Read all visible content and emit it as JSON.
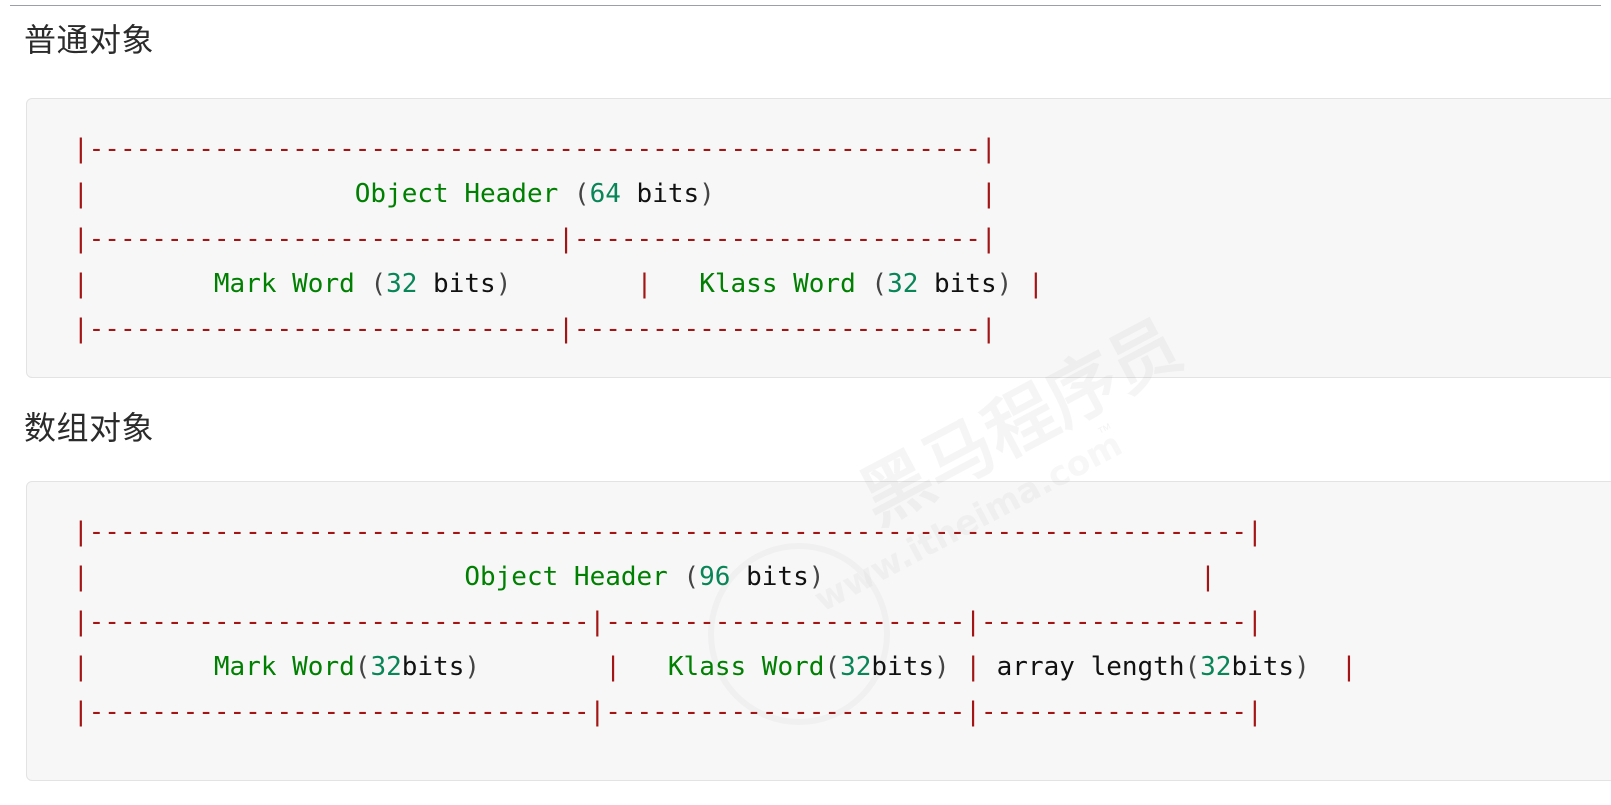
{
  "page": {
    "background": "#ffffff",
    "divider_color": "#9aa0a6"
  },
  "sections": [
    {
      "heading": "普通对象",
      "block_name": "normal-object-diagram",
      "diagram": {
        "title_row": "Object Header (64 bits)",
        "fields": [
          "Mark Word (32 bits)",
          "Klass Word (32 bits)"
        ],
        "lines": [
          [
            {
              "t": "rule",
              "s": "|---------------------------------------------------------|"
            }
          ],
          [
            {
              "t": "rule",
              "s": "|"
            },
            {
              "t": "plain",
              "s": "                 "
            },
            {
              "t": "name",
              "s": "Object Header"
            },
            {
              "t": "plain",
              "s": " "
            },
            {
              "t": "paren",
              "s": "("
            },
            {
              "t": "num",
              "s": "64"
            },
            {
              "t": "plain",
              "s": " bits"
            },
            {
              "t": "paren",
              "s": ")"
            },
            {
              "t": "plain",
              "s": "                 "
            },
            {
              "t": "rule",
              "s": "|"
            }
          ],
          [
            {
              "t": "rule",
              "s": "|------------------------------|--------------------------|"
            }
          ],
          [
            {
              "t": "rule",
              "s": "|"
            },
            {
              "t": "plain",
              "s": "        "
            },
            {
              "t": "name",
              "s": "Mark Word"
            },
            {
              "t": "plain",
              "s": " "
            },
            {
              "t": "paren",
              "s": "("
            },
            {
              "t": "num",
              "s": "32"
            },
            {
              "t": "plain",
              "s": " bits"
            },
            {
              "t": "paren",
              "s": ")"
            },
            {
              "t": "plain",
              "s": "        "
            },
            {
              "t": "rule",
              "s": "|"
            },
            {
              "t": "plain",
              "s": "   "
            },
            {
              "t": "name",
              "s": "Klass Word"
            },
            {
              "t": "plain",
              "s": " "
            },
            {
              "t": "paren",
              "s": "("
            },
            {
              "t": "num",
              "s": "32"
            },
            {
              "t": "plain",
              "s": " bits"
            },
            {
              "t": "paren",
              "s": ")"
            },
            {
              "t": "plain",
              "s": " "
            },
            {
              "t": "rule",
              "s": "|"
            }
          ],
          [
            {
              "t": "rule",
              "s": "|------------------------------|--------------------------|"
            }
          ]
        ]
      }
    },
    {
      "heading": "数组对象",
      "block_name": "array-object-diagram",
      "diagram": {
        "title_row": "Object Header (96 bits)",
        "fields": [
          "Mark Word(32bits)",
          "Klass Word(32bits)",
          "array length(32bits)"
        ],
        "lines": [
          [
            {
              "t": "rule",
              "s": "|--------------------------------------------------------------------------|"
            }
          ],
          [
            {
              "t": "rule",
              "s": "|"
            },
            {
              "t": "plain",
              "s": "                        "
            },
            {
              "t": "name",
              "s": "Object Header"
            },
            {
              "t": "plain",
              "s": " "
            },
            {
              "t": "paren",
              "s": "("
            },
            {
              "t": "num",
              "s": "96"
            },
            {
              "t": "plain",
              "s": " bits"
            },
            {
              "t": "paren",
              "s": ")"
            },
            {
              "t": "plain",
              "s": "                        "
            },
            {
              "t": "rule",
              "s": "|"
            }
          ],
          [
            {
              "t": "rule",
              "s": "|--------------------------------|-----------------------|-----------------|"
            }
          ],
          [
            {
              "t": "rule",
              "s": "|"
            },
            {
              "t": "plain",
              "s": "        "
            },
            {
              "t": "name",
              "s": "Mark Word"
            },
            {
              "t": "paren",
              "s": "("
            },
            {
              "t": "num",
              "s": "32"
            },
            {
              "t": "plain",
              "s": "bits"
            },
            {
              "t": "paren",
              "s": ")"
            },
            {
              "t": "plain",
              "s": "        "
            },
            {
              "t": "rule",
              "s": "|"
            },
            {
              "t": "plain",
              "s": "   "
            },
            {
              "t": "name",
              "s": "Klass Word"
            },
            {
              "t": "paren",
              "s": "("
            },
            {
              "t": "num",
              "s": "32"
            },
            {
              "t": "plain",
              "s": "bits"
            },
            {
              "t": "paren",
              "s": ")"
            },
            {
              "t": "plain",
              "s": " "
            },
            {
              "t": "rule",
              "s": "|"
            },
            {
              "t": "plain",
              "s": " array length"
            },
            {
              "t": "paren",
              "s": "("
            },
            {
              "t": "num",
              "s": "32"
            },
            {
              "t": "plain",
              "s": "bits"
            },
            {
              "t": "paren",
              "s": ")"
            },
            {
              "t": "plain",
              "s": "  "
            },
            {
              "t": "rule",
              "s": "|"
            }
          ],
          [
            {
              "t": "rule",
              "s": "|--------------------------------|-----------------------|-----------------|"
            }
          ]
        ]
      }
    }
  ],
  "watermark": {
    "text": "黑马程序员",
    "url": "www.itheima.com",
    "tm": "™"
  },
  "colors": {
    "rule": "#a31515",
    "identifier": "#008000",
    "number": "#098658",
    "plain": "#111111",
    "code_background": "#f7f7f8",
    "code_border": "#e3e3e3"
  }
}
